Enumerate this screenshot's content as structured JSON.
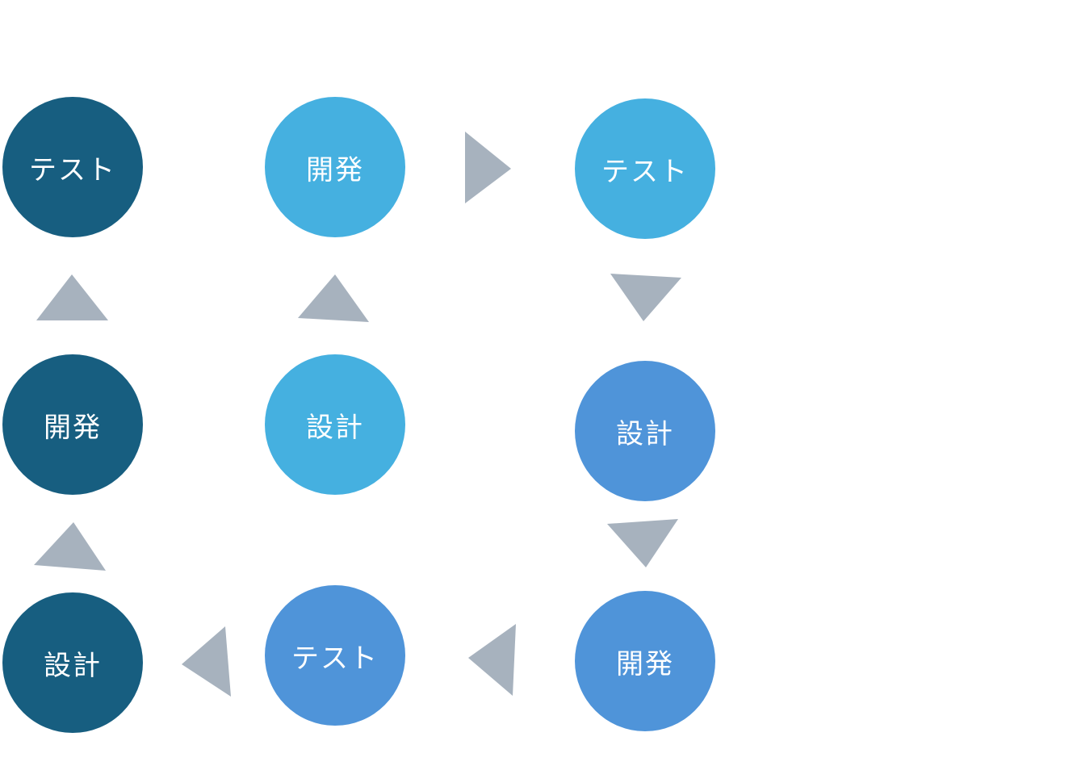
{
  "colors": {
    "dark": "#175E80",
    "light": "#45B0E0",
    "medium": "#4F94D9",
    "arrow": "#A7B2BE"
  },
  "nodes": {
    "n1": {
      "label": "テスト"
    },
    "n2": {
      "label": "開発"
    },
    "n3": {
      "label": "設計"
    },
    "n4": {
      "label": "開発"
    },
    "n5": {
      "label": "設計"
    },
    "n6": {
      "label": "テスト"
    },
    "n7": {
      "label": "設計"
    },
    "n8": {
      "label": "テスト"
    },
    "n9": {
      "label": "開発"
    }
  }
}
